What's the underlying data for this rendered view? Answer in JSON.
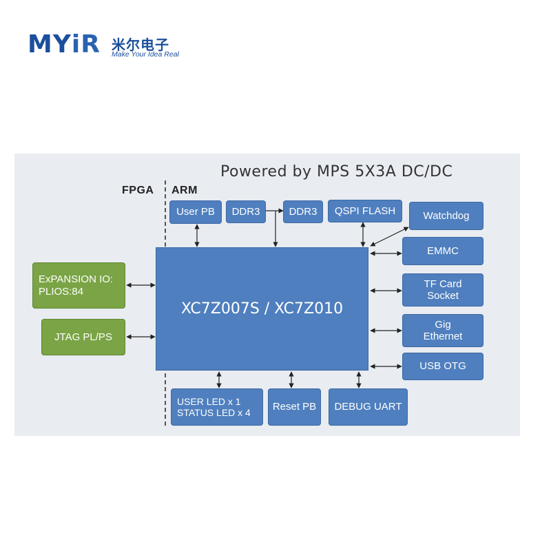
{
  "logo": {
    "mark_my": "MY",
    "mark_ir": "iR",
    "chinese": "米尔电子",
    "tagline": "Make Your Idea Real"
  },
  "title": "Powered by MPS 5X3A DC/DC",
  "regions": {
    "left": "FPGA",
    "right": "ARM"
  },
  "chip": {
    "label": "XC7Z007S / XC7Z010"
  },
  "left_blocks": {
    "expansion": {
      "line1": "ExPANSION IO:",
      "line2": "PLIOS:84"
    },
    "jtag": "JTAG PL/PS"
  },
  "top_blocks": {
    "user_pb": "User PB",
    "ddr3_a": "DDR3",
    "ddr3_b": "DDR3",
    "qspi": "QSPI FLASH"
  },
  "right_blocks": {
    "watchdog": "Watchdog",
    "emmc": "EMMC",
    "tf_card": {
      "line1": "TF Card",
      "line2": "Socket"
    },
    "gig_ethernet": {
      "line1": "Gig",
      "line2": "Ethernet"
    },
    "usb_otg": "USB OTG"
  },
  "bottom_blocks": {
    "leds": {
      "line1": "USER LED x 1",
      "line2": "STATUS LED x 4"
    },
    "reset_pb": "Reset PB",
    "debug_uart": "DEBUG UART"
  },
  "colors": {
    "blue_block": "#4f7fbe",
    "green_block": "#7aa445",
    "panel": "#e9ecf1",
    "logo": "#1b4f9b"
  }
}
